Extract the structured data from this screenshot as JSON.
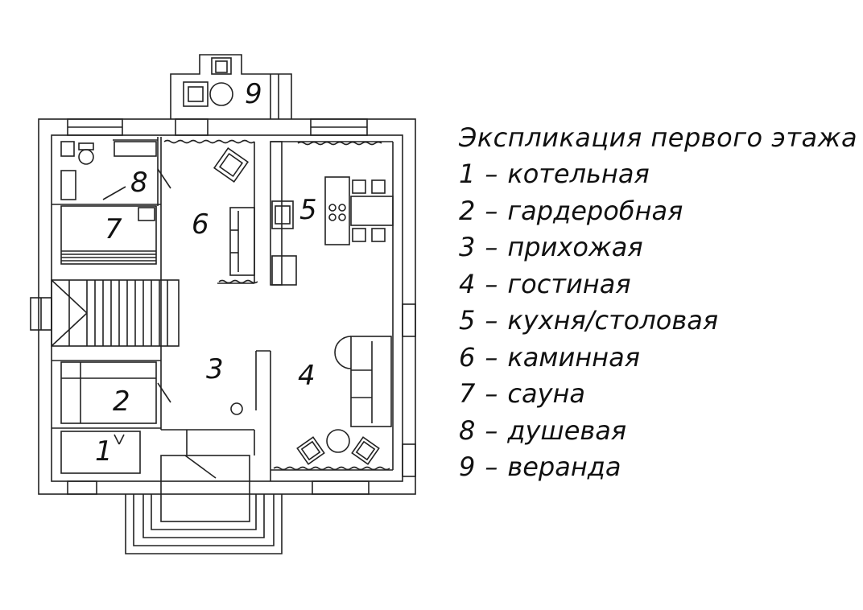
{
  "room_labels": {
    "r1": "1",
    "r2": "2",
    "r3": "3",
    "r4": "4",
    "r5": "5",
    "r6": "6",
    "r7": "7",
    "r8": "8",
    "r9": "9"
  },
  "legend": {
    "title": "Экспликация первого этажа",
    "separator": "–",
    "items": [
      {
        "num": "1",
        "name": "котельная"
      },
      {
        "num": "2",
        "name": "гардеробная"
      },
      {
        "num": "3",
        "name": "прихожая"
      },
      {
        "num": "4",
        "name": "гостиная"
      },
      {
        "num": "5",
        "name": "кухня/столовая"
      },
      {
        "num": "6",
        "name": "каминная"
      },
      {
        "num": "7",
        "name": "сауна"
      },
      {
        "num": "8",
        "name": "душевая"
      },
      {
        "num": "9",
        "name": "веранда"
      }
    ]
  }
}
